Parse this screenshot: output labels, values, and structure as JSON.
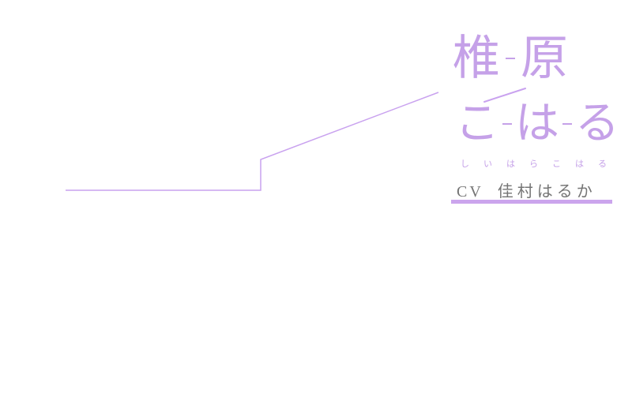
{
  "character": {
    "full_name": "椎原 こはる",
    "surname_chars": [
      "椎",
      "原"
    ],
    "given_name_chars": [
      "こ",
      "は",
      "る"
    ],
    "furigana": "しいはらこはる",
    "cv": {
      "label": "CV",
      "name": "佳村はるか"
    }
  },
  "decoration": {
    "step_line_points": "83,241 330,241 330,202 555,117",
    "slash_points": "613,129 665,112"
  },
  "colors": {
    "name_purple": "#c5a1e8",
    "line_purple": "#c9a2ef",
    "underline_purple": "#cba5ed",
    "cv_gray": "#757575",
    "bg": "#ffffff"
  }
}
